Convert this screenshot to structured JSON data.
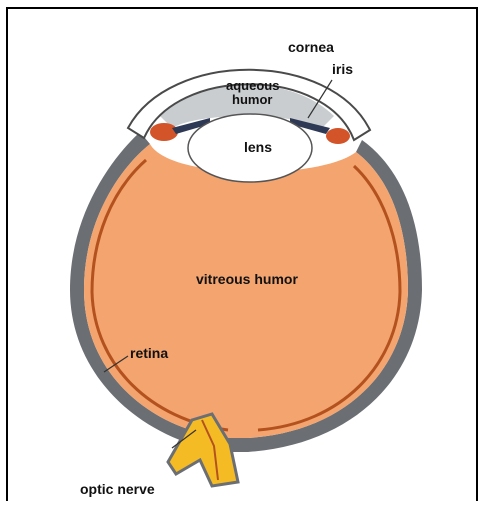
{
  "labels": {
    "cornea": "cornea",
    "iris": "iris",
    "aqueous_line1": "aqueous",
    "aqueous_line2": "humor",
    "lens": "lens",
    "vitreous": "vitreous humor",
    "retina": "retina",
    "optic_nerve": "optic nerve"
  },
  "colors": {
    "vitreous": "#F4A46E",
    "sclera": "#6B6F73",
    "aqueous": "#C9CDD0",
    "lens": "#FFFFFF",
    "retina_line": "#B3521F",
    "iris": "#2E3A55",
    "ciliary": "#D4542A",
    "optic_nerve": "#F5BB25"
  }
}
